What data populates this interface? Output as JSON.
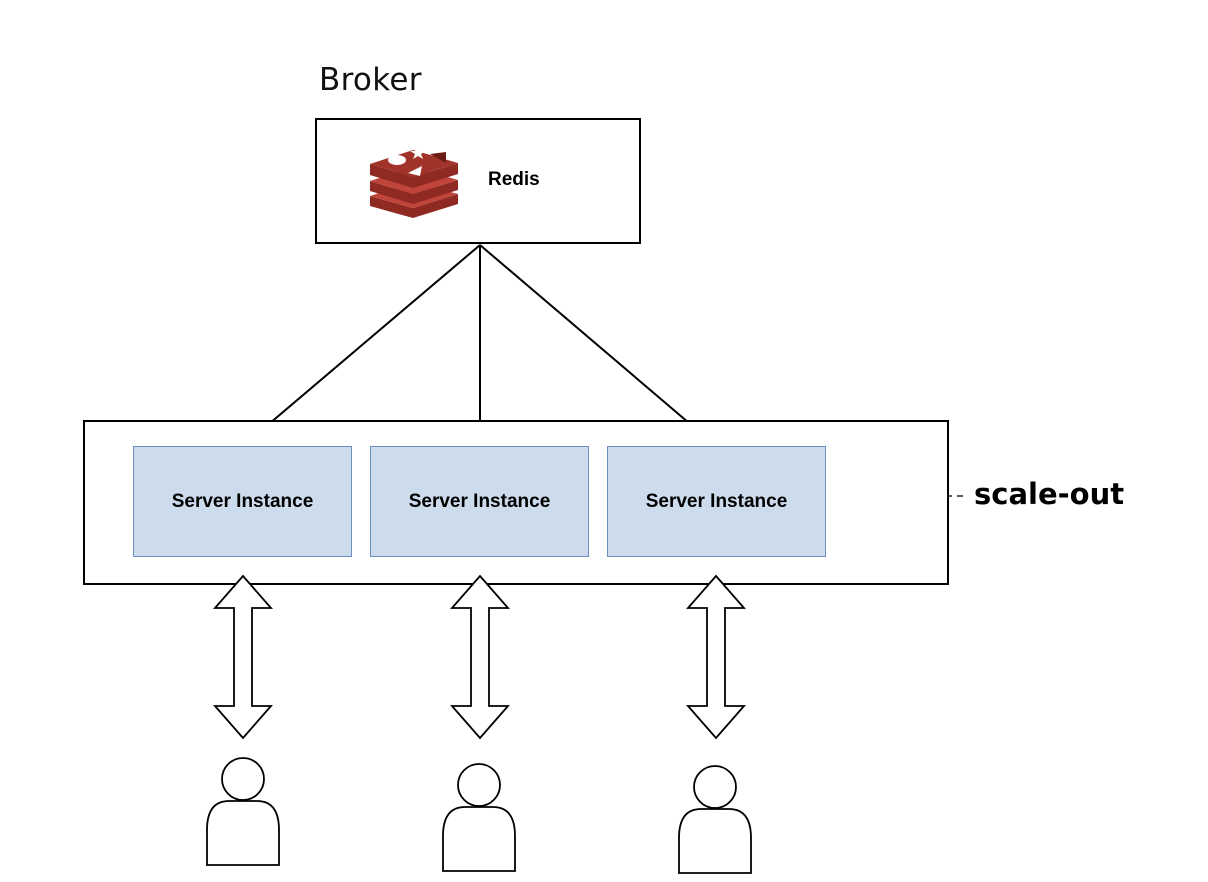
{
  "broker": {
    "title": "Broker",
    "service": {
      "label": "Redis",
      "icon": "redis-logo-icon",
      "color": "#a1332a"
    }
  },
  "cluster": {
    "servers": [
      {
        "label": "Server Instance"
      },
      {
        "label": "Server Instance"
      },
      {
        "label": "Server Instance"
      }
    ],
    "scale_label": "scale-out"
  },
  "clients": [
    {
      "icon": "user-icon"
    },
    {
      "icon": "user-icon"
    },
    {
      "icon": "user-icon"
    }
  ],
  "colors": {
    "server_fill": "#cddcec",
    "server_border": "#6c8ebf",
    "line": "#000000"
  }
}
